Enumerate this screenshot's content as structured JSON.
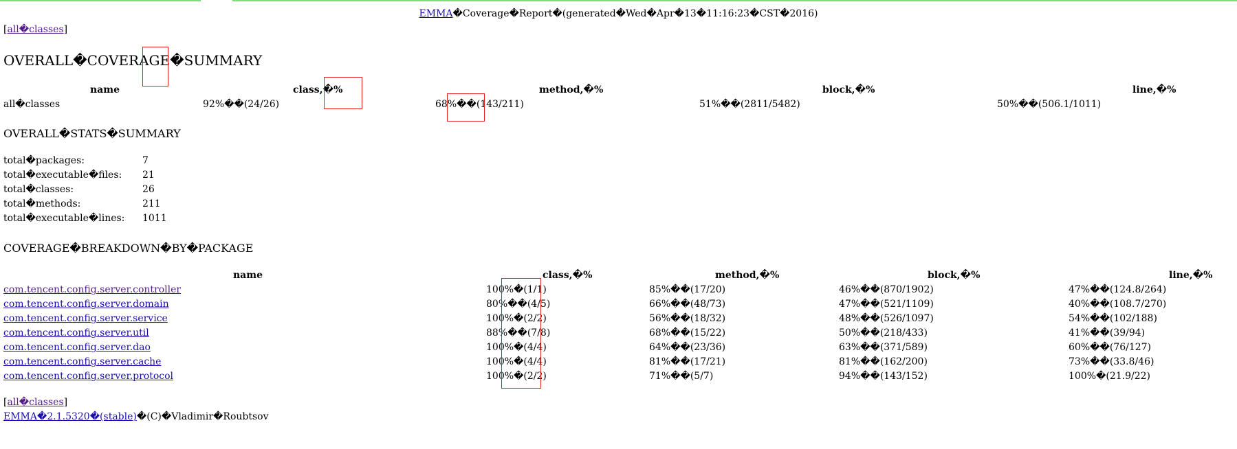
{
  "header": {
    "emma_link": "EMMA",
    "title_rest": "�Coverage�Report�(generated�Wed�Apr�13�11:16:23�CST�2016)"
  },
  "nav": {
    "all_classes_link": "all�classes",
    "bracket_open": "[",
    "bracket_close": "]"
  },
  "overall_summary": {
    "heading": "OVERALL�COVERAGE�SUMMARY",
    "columns": [
      "name",
      "class,�%",
      "method,�%",
      "block,�%",
      "line,�%"
    ],
    "row": {
      "name": "all�classes",
      "class": "92%��(24/26)",
      "method": "68%��(143/211)",
      "block": "51%��(2811/5482)",
      "line": "50%��(506.1/1011)"
    }
  },
  "stats_summary": {
    "heading": "OVERALL�STATS�SUMMARY",
    "items": [
      {
        "label": "total�packages:",
        "value": "7"
      },
      {
        "label": "total�executable�files:",
        "value": "21"
      },
      {
        "label": "total�classes:",
        "value": "26"
      },
      {
        "label": "total�methods:",
        "value": "211"
      },
      {
        "label": "total�executable�lines:",
        "value": "1011"
      }
    ]
  },
  "breakdown": {
    "heading": "COVERAGE�BREAKDOWN�BY�PACKAGE",
    "columns": [
      "name",
      "class,�%",
      "method,�%",
      "block,�%",
      "line,�%"
    ],
    "rows": [
      {
        "name": "com.tencent.config.server.controller",
        "class": "100%�(1/1)",
        "method": "85%��(17/20)",
        "block": "46%��(870/1902)",
        "line": "47%��(124.8/264)"
      },
      {
        "name": "com.tencent.config.server.domain",
        "class": "80%��(4/5)",
        "method": "66%��(48/73)",
        "block": "47%��(521/1109)",
        "line": "40%��(108.7/270)"
      },
      {
        "name": "com.tencent.config.server.service",
        "class": "100%�(2/2)",
        "method": "56%��(18/32)",
        "block": "48%��(526/1097)",
        "line": "54%��(102/188)"
      },
      {
        "name": "com.tencent.config.server.util",
        "class": "88%��(7/8)",
        "method": "68%��(15/22)",
        "block": "50%��(218/433)",
        "line": "41%��(39/94)"
      },
      {
        "name": "com.tencent.config.server.dao",
        "class": "100%�(4/4)",
        "method": "64%��(23/36)",
        "block": "63%��(371/589)",
        "line": "60%��(76/127)"
      },
      {
        "name": "com.tencent.config.server.cache",
        "class": "100%�(4/4)",
        "method": "81%��(17/21)",
        "block": "81%��(162/200)",
        "line": "73%��(33.8/46)"
      },
      {
        "name": "com.tencent.config.server.protocol",
        "class": "100%�(2/2)",
        "method": "71%��(5/7)",
        "block": "94%��(143/152)",
        "line": "100%�(21.9/22)"
      }
    ]
  },
  "footer": {
    "emma_version_link": "EMMA�2.1.5320�(stable)",
    "credit": "�(C)�Vladimir�Roubtsov"
  },
  "colors": {
    "link": "#1a0dab",
    "visited_link": "#551a8b",
    "top_bar": "#7ddc7d",
    "highlight_box": "#e02020"
  }
}
